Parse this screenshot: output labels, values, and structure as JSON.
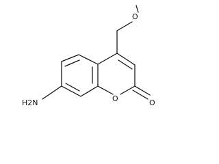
{
  "molecule": {
    "atoms": {
      "methoxy_o": "O",
      "ring_o": "O",
      "carbonyl_o": "O",
      "amine": "H2N"
    }
  },
  "colors": {
    "bond": "#111111",
    "text": "#111111",
    "background": "#ffffff"
  }
}
